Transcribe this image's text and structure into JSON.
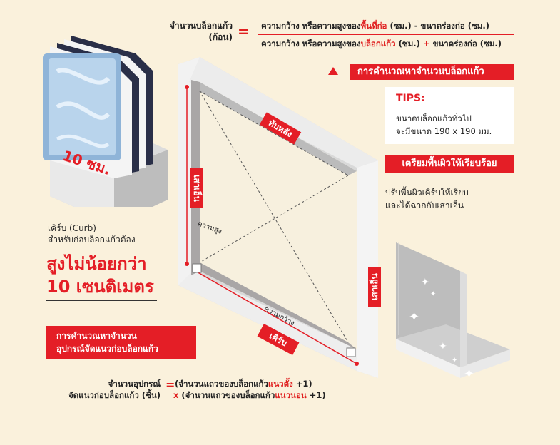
{
  "formula_block": {
    "lhs": "จำนวนบล็อกแก้ว\n(ก้อน)",
    "equals": "=",
    "num_a": "ความกว้าง หรือความสูงของ",
    "num_b": "พื้นที่ก่อ",
    "num_c": " (ซม.) - ขนาดร่องก่อ (ซม.)",
    "den_a": "ความกว้าง หรือความสูงของ",
    "den_b": "บล็อกแก้ว",
    "den_c": " (ซม.)",
    "den_plus": " + ",
    "den_d": "ขนาดร่องก่อ (ซม.)"
  },
  "calc_block_title": "การคำนวณหาจำนวนบล็อกแก้ว",
  "tips": {
    "title": "TIPS:",
    "line1": "ขนาดบล็อกแก้วทั่วไป",
    "line2": "จะมีขนาด 190 x 190 มม."
  },
  "prepare": {
    "title": "เตรียมพื้นผิวให้เรียบร้อย",
    "line1": "ปรับพื้นผิวเคิร์บให้เรียบ",
    "line2": "และได้ฉากกับเสาเอ็น"
  },
  "curb_note": {
    "line1": "เคิร์บ (Curb)",
    "line2": "สำหรับก่อบล็อกแก้วต้อง",
    "big1": "สูงไม่น้อยกว่า",
    "big2": "10 เซนติเมตร"
  },
  "block_height_label": "10 ซม.",
  "frame_labels": {
    "top": "ทับหลัง",
    "left": "เสาเอ็น",
    "right": "เสาเอ็น",
    "bottom": "เคิร์บ",
    "height": "ความสูง",
    "width": "ความกว้าง"
  },
  "equip_title": {
    "line1": "การคำนวณหาจำนวน",
    "line2": "อุปกรณ์จัดแนวก่อบล็อกแก้ว"
  },
  "equip_formula": {
    "lhs1": "จำนวนอุปกรณ์",
    "lhs2": "จัดแนวก่อบล็อกแก้ว (ชิ้น)",
    "eq": "=",
    "r1a": "(จำนวนแถวของบล็อกแก้ว",
    "r1b": "แนวตั้ง",
    "r1c": " +1)",
    "x": "x",
    "r2a": " (จำนวนแถวของบล็อกแก้ว",
    "r2b": "แนวนอน",
    "r2c": " +1)"
  },
  "colors": {
    "accent": "#e41e26",
    "background": "#faf1dc"
  }
}
